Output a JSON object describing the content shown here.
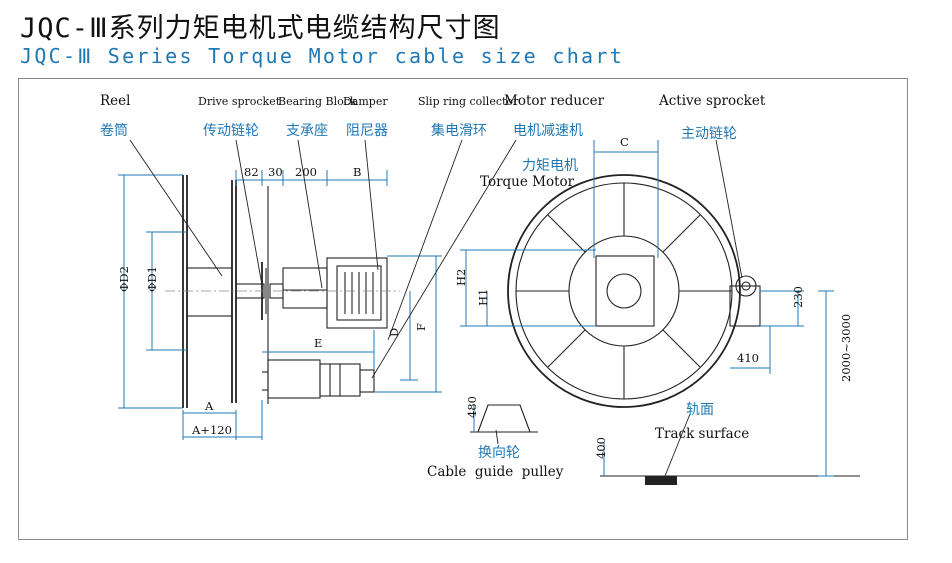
{
  "title": {
    "cn": "JQC-Ⅲ系列力矩电机式电缆结构尺寸图",
    "en": "JQC-Ⅲ Series Torque Motor cable size chart"
  },
  "parts": {
    "reel": {
      "en": "Reel",
      "cn": "卷筒"
    },
    "drive_sprocket": {
      "en": "Drive sprocket",
      "cn": "传动链轮"
    },
    "bearing_block": {
      "en": "Bearing Block",
      "cn": "支承座"
    },
    "damper": {
      "en": "Damper",
      "cn": "阻尼器"
    },
    "slip_ring": {
      "en": "Slip ring collector",
      "cn": "集电滑环"
    },
    "motor_reducer": {
      "en": "Motor reducer",
      "cn": "电机减速机"
    },
    "torque_motor": {
      "en": "Torque Motor",
      "cn": "力矩电机"
    },
    "active_sprocket": {
      "en": "Active sprocket",
      "cn": "主动链轮"
    },
    "track_surface": {
      "en": "Track surface",
      "cn": "轨面"
    },
    "cable_guide_pulley": {
      "en": "Cable  guide  pulley",
      "cn": "换向轮"
    }
  },
  "dimensions": {
    "d82": "82",
    "d30": "30",
    "d200": "200",
    "dB": "B",
    "dC": "C",
    "dE": "E",
    "dF": "F",
    "dD": "D",
    "dA": "A",
    "dA120": "A+120",
    "dD2": "ΦD2",
    "dD1": "ΦD1",
    "dH1": "H1",
    "dH2": "H2",
    "d230": "230",
    "d410": "410",
    "d2000": "2000~3000",
    "d480": "480",
    "d400": "400"
  },
  "colors": {
    "blue": "#1f78b4",
    "line": "#222222",
    "frame": "#8a8a8a"
  }
}
